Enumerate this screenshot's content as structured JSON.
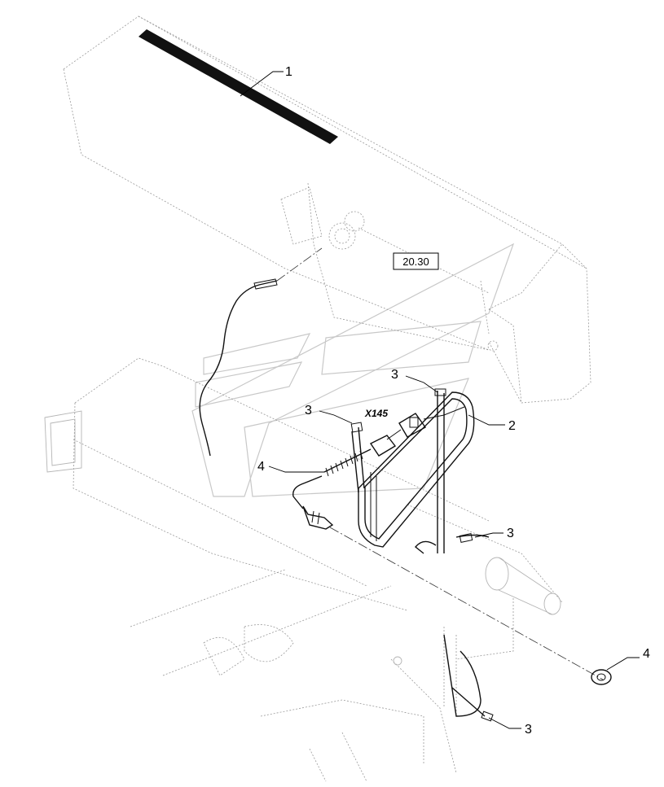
{
  "diagram": {
    "reference_box": "20.30",
    "connector_label": "X145",
    "callouts": [
      {
        "id": "c1",
        "label": "1"
      },
      {
        "id": "c2",
        "label": "2"
      },
      {
        "id": "c3a",
        "label": "3"
      },
      {
        "id": "c3b",
        "label": "3"
      },
      {
        "id": "c3c",
        "label": "3"
      },
      {
        "id": "c3d",
        "label": "3"
      },
      {
        "id": "c4a",
        "label": "4"
      },
      {
        "id": "c4b",
        "label": "4"
      }
    ]
  }
}
